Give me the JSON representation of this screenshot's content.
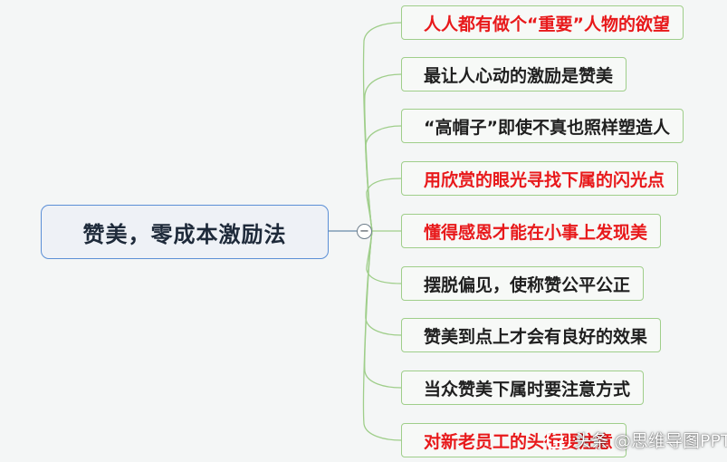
{
  "root": {
    "label": "赞美，零成本激励法"
  },
  "collapse_toggle": {
    "symbol": "−"
  },
  "branches": [
    {
      "label": "人人都有做个“重要”人物的欲望",
      "color": "#e8191b"
    },
    {
      "label": "最让人心动的激励是赞美",
      "color": "#1f1f1f"
    },
    {
      "label": "“高帽子”即使不真也照样塑造人",
      "color": "#1f1f1f"
    },
    {
      "label": "用欣赏的眼光寻找下属的闪光点",
      "color": "#e8191b"
    },
    {
      "label": "懂得感恩才能在小事上发现美",
      "color": "#e8191b"
    },
    {
      "label": "摆脱偏见，使称赞公平公正",
      "color": "#1f1f1f"
    },
    {
      "label": "赞美到点上才会有良好的效果",
      "color": "#1f1f1f"
    },
    {
      "label": "当众赞美下属时要注意方式",
      "color": "#1f1f1f"
    },
    {
      "label": "对新老员工的头衔要注意",
      "color": "#e8191b"
    }
  ],
  "watermark": {
    "text": "头条 @思维导图PPT",
    "icon": "toutiao-logo"
  },
  "colors": {
    "connector": "#9fce8a",
    "root_border": "#5b8fd6",
    "accent_red": "#e8191b"
  }
}
